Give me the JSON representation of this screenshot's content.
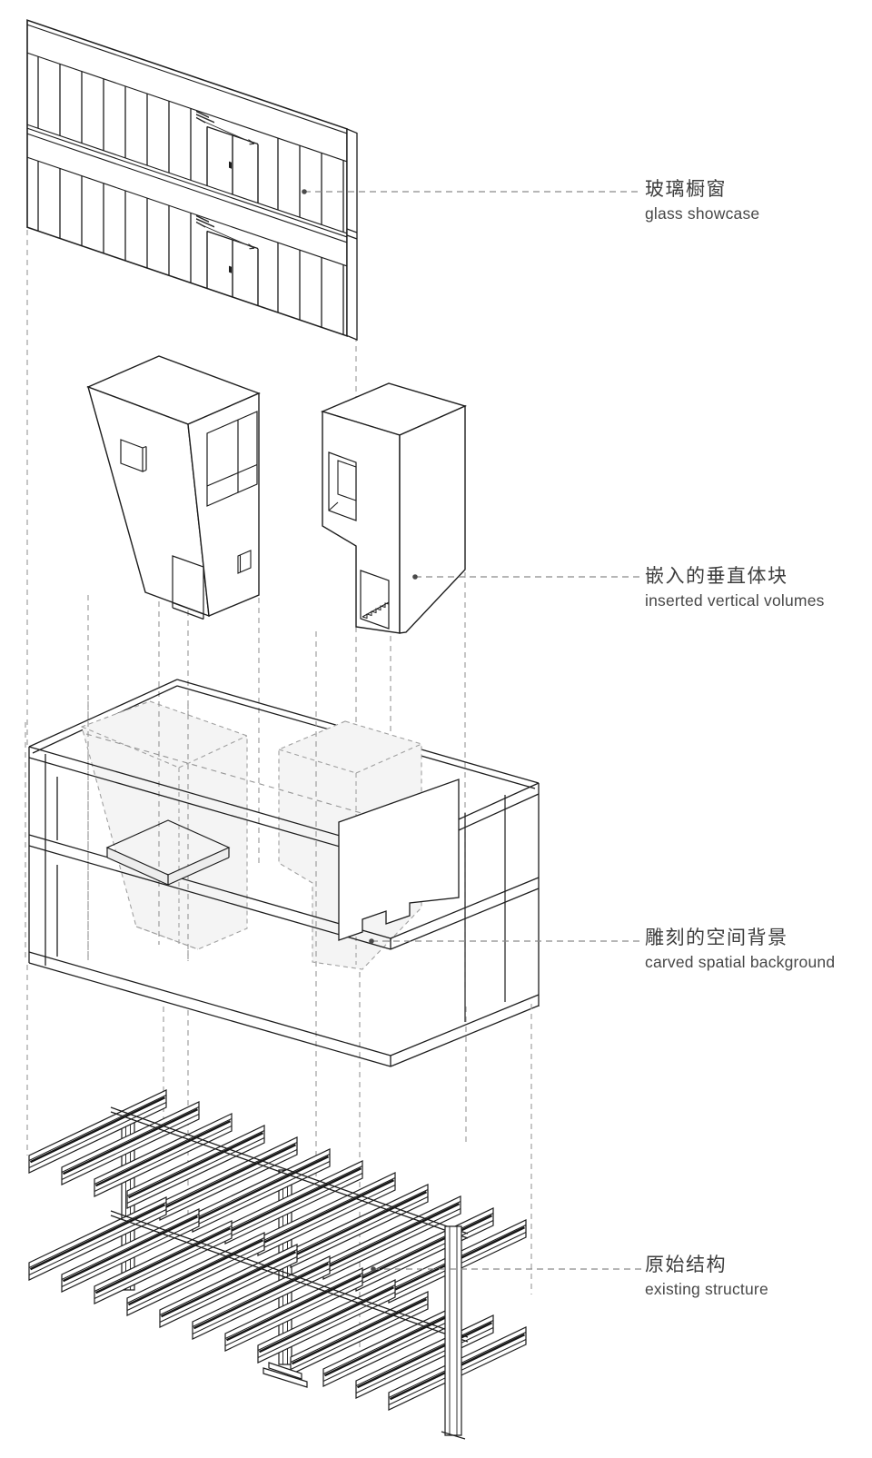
{
  "diagram": {
    "kind": "exploded-axonometric-architecture-diagram",
    "layer_count": "4"
  },
  "layers": [
    {
      "id": "glass-showcase",
      "label_cn": "玻璃橱窗",
      "label_en": "glass showcase"
    },
    {
      "id": "inserted-vertical-volumes",
      "label_cn": "嵌入的垂直体块",
      "label_en": "inserted vertical volumes"
    },
    {
      "id": "carved-spatial-background",
      "label_cn": "雕刻的空间背景",
      "label_en": "carved spatial background"
    },
    {
      "id": "existing-structure",
      "label_cn": "原始结构",
      "label_en": "existing structure"
    }
  ],
  "colors": {
    "line": "#1d1d1d",
    "dashed": "#969696",
    "shade": "#f4f4f4",
    "label_text": "#3d3d3d",
    "background": "#ffffff"
  }
}
